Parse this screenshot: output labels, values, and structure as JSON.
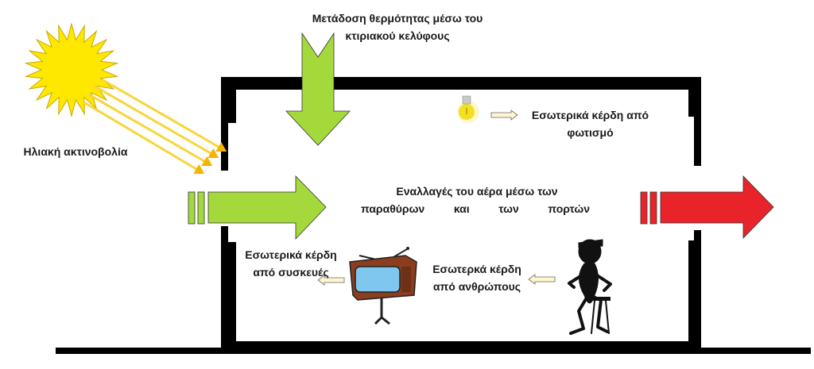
{
  "labels": {
    "solar": "Ηλιακή ακτινοβολία",
    "envelope_line1": "Μετάδοση θερμότητας μέσω του",
    "envelope_line2": "κτιριακού κελύφους",
    "lighting_line1": "Εσωτερικά κέρδη από",
    "lighting_line2": "φωτισμό",
    "air_line1": "Εναλλαγές του αέρα μέσω των",
    "air_line2_w1": "παραθύρων",
    "air_line2_w2": "και",
    "air_line2_w3": "των",
    "air_line2_w4": "πορτών",
    "appliances_line1": "Εσωτερικά κέρδη",
    "appliances_line2": "από συσκευές",
    "people_line1": "Εσωτερκά κέρδη",
    "people_line2": "από ανθρώπους"
  },
  "icons": {
    "sun": "sun-icon",
    "bulb": "light-bulb-icon",
    "tv": "television-icon",
    "person": "seated-person-icon"
  },
  "colors": {
    "inflow_green": "#a4d93c",
    "outflow_red": "#e8242a",
    "sun_yellow": "#ffe800",
    "ray_yellow": "#f8d53a",
    "wall": "#000000",
    "tv_wood": "#8b3d1e",
    "tv_screen": "#7fc7ee"
  }
}
